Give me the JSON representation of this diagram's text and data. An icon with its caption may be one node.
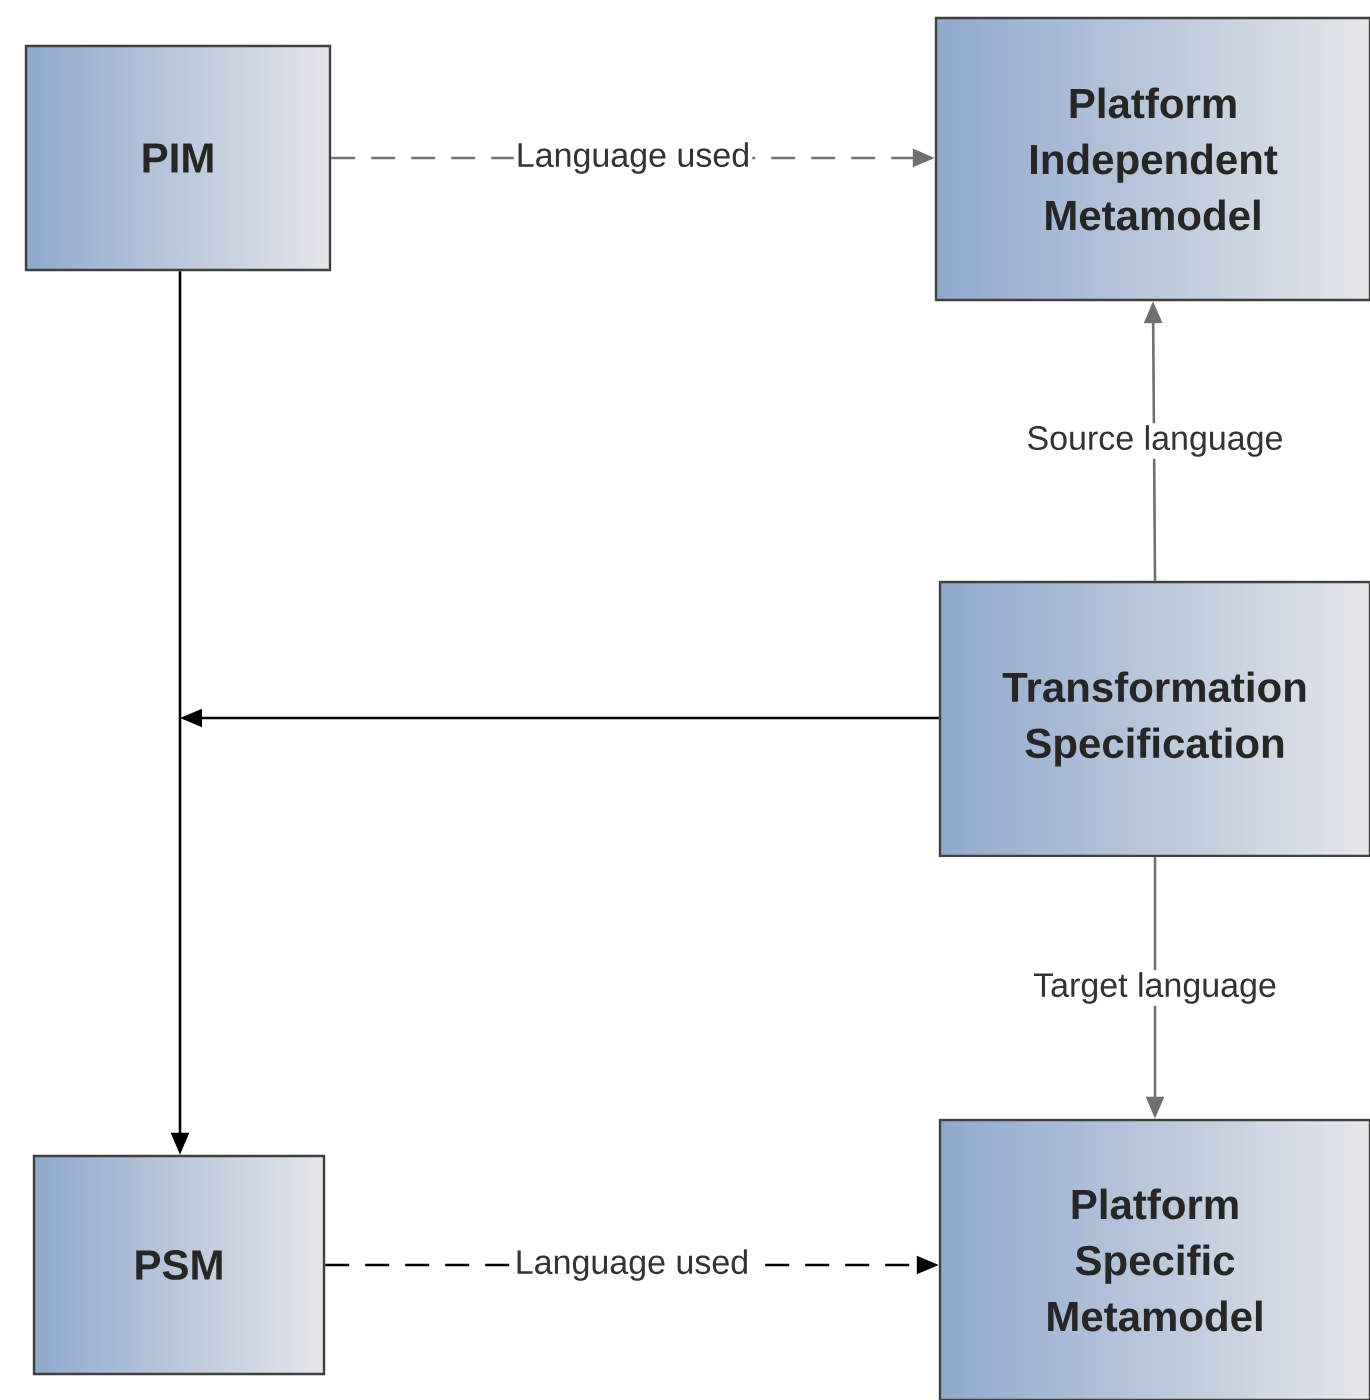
{
  "diagram": {
    "nodes": [
      {
        "text": [
          "PIM"
        ]
      },
      {
        "text": [
          "Platform Independent Metamodel"
        ]
      },
      {
        "text": [
          "Transformation Specification"
        ]
      },
      {
        "text": [
          "PSM"
        ]
      },
      {
        "text": [
          "Platform Specific Metamodel"
        ]
      }
    ],
    "edges": [
      {
        "from": 0,
        "to": 1,
        "arrow": "to",
        "label": "Language used",
        "style": "dashed",
        "color": "#707070"
      },
      {
        "from": 0,
        "to": 3,
        "arrow": "to",
        "color": "#000000"
      },
      {
        "from": 2,
        "to": null,
        "arrow": "to",
        "color": "#000000"
      },
      {
        "from": 2,
        "to": 1,
        "arrow": "to",
        "label": "Source language",
        "color": "#707070"
      },
      {
        "from": 2,
        "to": 4,
        "arrow": "to",
        "label": "Target language",
        "color": "#707070"
      },
      {
        "from": 3,
        "to": 4,
        "arrow": "to",
        "label": "Language used",
        "style": "dashed",
        "color": "#000000"
      }
    ]
  }
}
